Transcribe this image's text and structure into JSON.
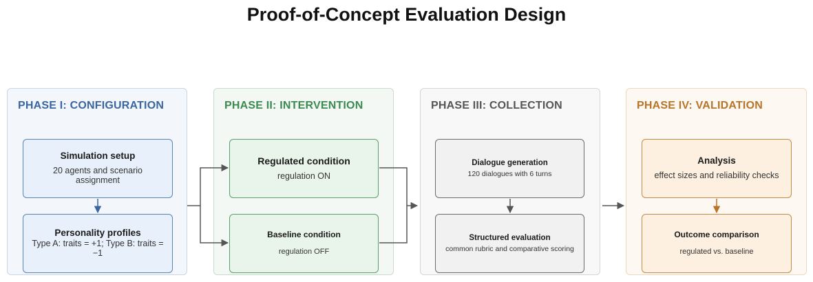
{
  "title": "Proof-of-Concept Evaluation Design",
  "colors": {
    "phase1": "#3a66a0",
    "phase2": "#3b8a50",
    "phase3": "#555555",
    "phase4": "#b87428",
    "connector": "#555555"
  },
  "phases": [
    {
      "title": "PHASE I: CONFIGURATION",
      "boxes": [
        {
          "title": "Simulation setup",
          "desc": "20 agents and scenario assignment"
        },
        {
          "title": "Personality profiles",
          "desc": "Type A: traits = +1; Type B: traits = −1"
        }
      ]
    },
    {
      "title": "PHASE II: INTERVENTION",
      "boxes": [
        {
          "title": "Regulated condition",
          "desc": "regulation ON"
        },
        {
          "title": "Baseline condition",
          "desc": "regulation OFF"
        }
      ]
    },
    {
      "title": "PHASE III: COLLECTION",
      "boxes": [
        {
          "title": "Dialogue generation",
          "desc": "120 dialogues with 6 turns"
        },
        {
          "title": "Structured evaluation",
          "desc": "common rubric and comparative scoring"
        }
      ]
    },
    {
      "title": "PHASE IV: VALIDATION",
      "boxes": [
        {
          "title": "Analysis",
          "desc": "effect sizes and reliability checks"
        },
        {
          "title": "Outcome comparison",
          "desc": "regulated vs. baseline"
        }
      ]
    }
  ]
}
